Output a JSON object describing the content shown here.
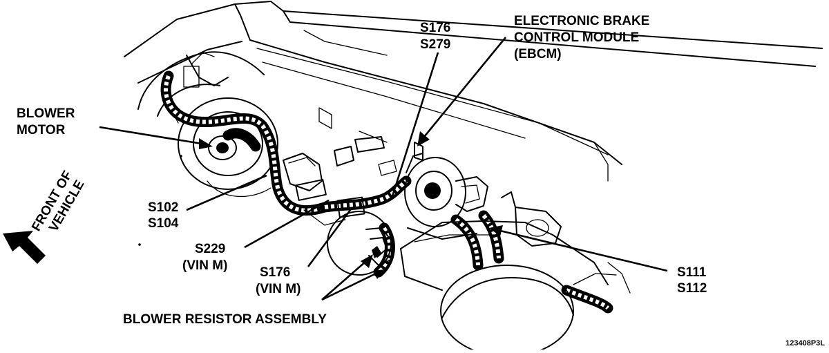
{
  "labels": {
    "blower_motor": [
      "BLOWER",
      "MOTOR"
    ],
    "front_of_vehicle": [
      "FRONT OF",
      "VEHICLE"
    ],
    "s102_s104": [
      "S102",
      "S104"
    ],
    "s229_vin_m": [
      "S229",
      "(VIN M)"
    ],
    "s176_vin_m": [
      "S176",
      "(VIN M)"
    ],
    "s176_s279": [
      "S176",
      "S279"
    ],
    "ebcm": [
      "ELECTRONIC BRAKE",
      "CONTROL MODULE",
      "(EBCM)"
    ],
    "s111_s112": [
      "S111",
      "S112"
    ],
    "blower_resistor_assembly": "BLOWER RESISTOR ASSEMBLY",
    "figure_code": "123408P3L"
  }
}
